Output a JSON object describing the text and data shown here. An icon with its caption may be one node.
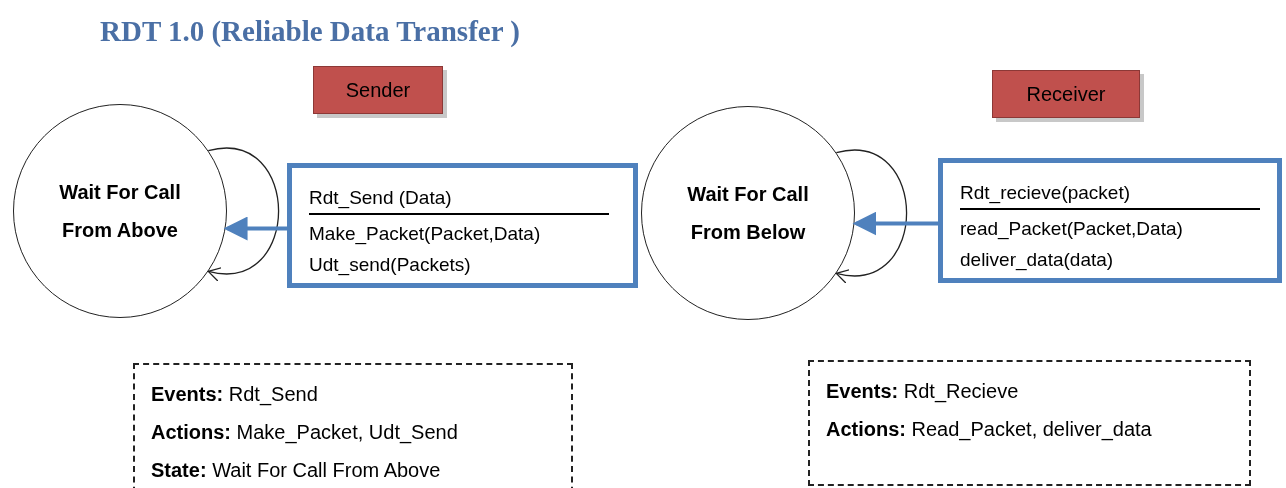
{
  "diagram": {
    "title": "RDT 1.0 (Reliable Data Transfer )",
    "nodes": [
      {
        "text": [
          "Sender"
        ]
      },
      {
        "text": [
          "Wait For Call From Above"
        ]
      },
      {
        "text": [
          "Rdt_Send (Data)",
          "Make_Packet(Packet,Data) Udt_send(Packets)"
        ]
      },
      {
        "text": [
          "Receiver"
        ]
      },
      {
        "text": [
          "Wait For Call From Below"
        ]
      },
      {
        "text": [
          "Rdt_recieve(packet)",
          "read_Packet(Packet,Data) deliver_data(data)"
        ]
      },
      {
        "text": [
          "**Events:** Rdt_Send",
          "**Actions:** Make_Packet, Udt_Send",
          "**State:** Wait For Call From Above"
        ]
      },
      {
        "text": [
          "**Events:** Rdt_Recieve",
          "**Actions:** Read_Packet, deliver_data"
        ]
      }
    ],
    "edges": [
      {
        "from": 1,
        "to": 1,
        "arrow": "to"
      },
      {
        "from": 2,
        "to": 1,
        "arrow": "to",
        "style": "thick",
        "color": "#4f81bd"
      },
      {
        "from": 4,
        "to": 4,
        "arrow": "to"
      },
      {
        "from": 5,
        "to": 4,
        "arrow": "to",
        "style": "thick",
        "color": "#4f81bd"
      }
    ]
  }
}
